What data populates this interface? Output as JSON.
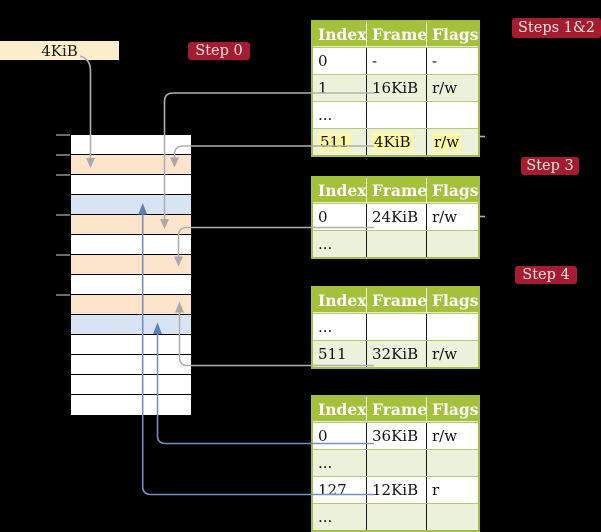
{
  "palette": {
    "background": "#000000",
    "frame_box_bg": "#fbeecb",
    "step_label_bg": "#a51c30",
    "step_label_text": "#f3e6e6",
    "table_border_olive": "#a4bf3b",
    "table_header_bg": "#a5c13c",
    "table_header_text": "#ffffff",
    "row_green": "#ebf1db",
    "row_white": "#ffffff",
    "memory_orange": "#fce4cb",
    "memory_blue": "#d8e4f4",
    "highlight_yellow": "#fcf8a3",
    "gray_arrow": "#b0b0b0",
    "blue_arrow": "#7391c2"
  },
  "frame_box": {
    "label": "4KiB"
  },
  "steps": {
    "step0": "Step 0",
    "steps12": "Steps 1&2",
    "step3": "Step 3",
    "step4": "Step 4"
  },
  "memory": {
    "rows": [
      "white",
      "orange",
      "white",
      "blue",
      "orange",
      "white",
      "orange",
      "white",
      "orange",
      "blue",
      "white",
      "white",
      "white",
      "white"
    ]
  },
  "tables": [
    {
      "headers": [
        "Index",
        "Frame",
        "Flags"
      ],
      "rows": [
        {
          "shade": "white",
          "cells": [
            "0",
            "-",
            "-"
          ]
        },
        {
          "shade": "green",
          "cells": [
            "1",
            "16KiB",
            "r/w"
          ]
        },
        {
          "shade": "white",
          "cells": [
            "...",
            "",
            ""
          ]
        },
        {
          "shade": "green",
          "cells": [
            "511",
            "4KiB",
            "r/w"
          ],
          "highlight": true
        }
      ]
    },
    {
      "headers": [
        "Index",
        "Frame",
        "Flags"
      ],
      "rows": [
        {
          "shade": "white",
          "cells": [
            "0",
            "24KiB",
            "r/w"
          ]
        },
        {
          "shade": "green",
          "cells": [
            "...",
            "",
            ""
          ]
        }
      ]
    },
    {
      "headers": [
        "Index",
        "Frame",
        "Flags"
      ],
      "rows": [
        {
          "shade": "white",
          "cells": [
            "...",
            "",
            ""
          ]
        },
        {
          "shade": "green",
          "cells": [
            "511",
            "32KiB",
            "r/w"
          ]
        }
      ]
    },
    {
      "headers": [
        "Index",
        "Frame",
        "Flags"
      ],
      "rows": [
        {
          "shade": "white",
          "cells": [
            "0",
            "36KiB",
            "r/w"
          ]
        },
        {
          "shade": "green",
          "cells": [
            "...",
            "",
            ""
          ]
        },
        {
          "shade": "white",
          "cells": [
            "127",
            "12KiB",
            "r"
          ]
        },
        {
          "shade": "green",
          "cells": [
            "...",
            "",
            ""
          ]
        }
      ]
    }
  ]
}
